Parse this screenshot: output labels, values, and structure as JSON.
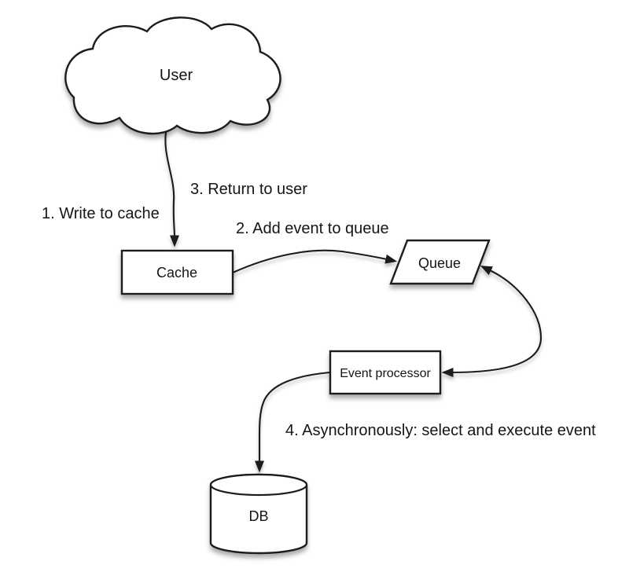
{
  "diagram": {
    "nodes": [
      {
        "id": "user",
        "label": "User",
        "shape": "cloud"
      },
      {
        "id": "cache",
        "label": "Cache",
        "shape": "rectangle"
      },
      {
        "id": "queue",
        "label": "Queue",
        "shape": "parallelogram"
      },
      {
        "id": "event_processor",
        "label": "Event processor",
        "shape": "rectangle"
      },
      {
        "id": "db",
        "label": "DB",
        "shape": "cylinder"
      }
    ],
    "edges": [
      {
        "from": "User",
        "to": "Cache",
        "type": "arrow"
      },
      {
        "from": "Cache",
        "to": "Queue",
        "type": "arrow"
      },
      {
        "from": "Queue",
        "to": "Event processor",
        "type": "double-arrow"
      },
      {
        "from": "Event processor",
        "to": "DB",
        "type": "arrow"
      }
    ],
    "annotations": [
      {
        "step": 1,
        "text": "1. Write to cache"
      },
      {
        "step": 2,
        "text": "2. Add event to queue"
      },
      {
        "step": 3,
        "text": "3. Return to user"
      },
      {
        "step": 4,
        "text": "4. Asynchronously: select and execute event"
      }
    ],
    "colors": {
      "stroke": "#1c1c1c",
      "text": "#151515",
      "shape_fill": "#ffffff",
      "background": "#ffffff"
    }
  }
}
